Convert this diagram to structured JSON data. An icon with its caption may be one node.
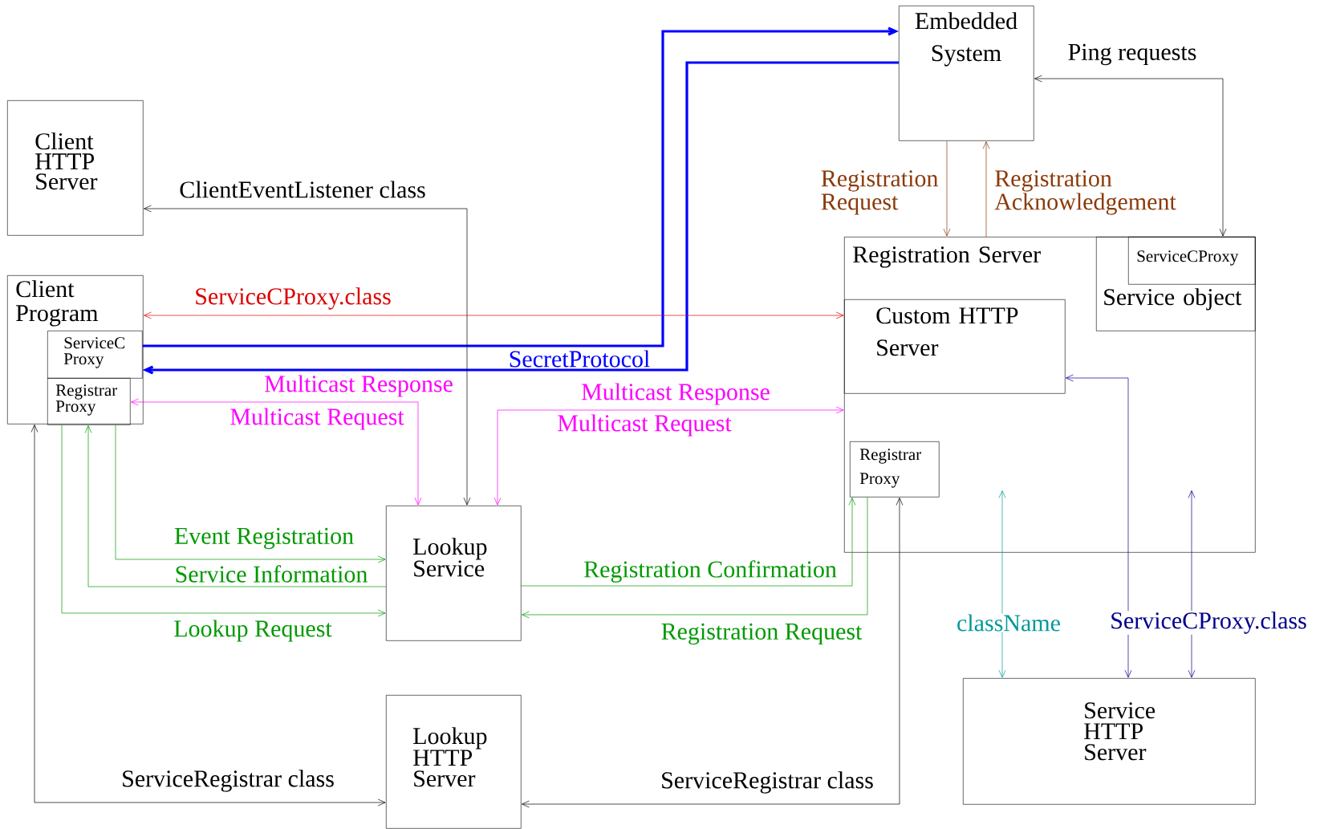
{
  "diagram": {
    "nodes": [
      {
        "text": [
          "Embedded System"
        ]
      },
      {
        "text": [
          "Client HTTP Server"
        ]
      },
      {
        "text": [
          "Client Program"
        ]
      },
      {
        "text": [
          "ServiceC Proxy"
        ],
        "in": 2
      },
      {
        "text": [
          "Registrar Proxy"
        ],
        "in": 2
      },
      {
        "text": [
          "Registration Server"
        ]
      },
      {
        "text": [
          "Service object"
        ],
        "in": 5
      },
      {
        "text": [
          "ServiceCProxy"
        ],
        "in": 6
      },
      {
        "text": [
          "Custom HTTP Server"
        ],
        "in": 5
      },
      {
        "text": [
          "Registrar Proxy"
        ],
        "in": 5
      },
      {
        "text": [
          "Lookup Service"
        ]
      },
      {
        "text": [
          "Lookup HTTP Server"
        ]
      },
      {
        "text": [
          "Service HTTP Server"
        ]
      }
    ],
    "edges": [
      {
        "from": 3,
        "to": 0,
        "arrow": "to",
        "style": "thick",
        "color": "#0000ff"
      },
      {
        "from": 0,
        "to": 3,
        "arrow": "to",
        "label": "SecretProtocol",
        "style": "thick",
        "color": "#0000ff"
      },
      {
        "from": 10,
        "to": 1,
        "arrow": "both",
        "label": "ClientEventListener class",
        "color": "#000000"
      },
      {
        "from": 2,
        "to": 8,
        "arrow": "both",
        "label": "ServiceCProxy.class",
        "color": "#dd0000"
      },
      {
        "from": 10,
        "to": 4,
        "arrow": "both",
        "label": "Multicast Response",
        "color": "#ff00ff"
      },
      {
        "from": 10,
        "to": 5,
        "arrow": "both",
        "label": "Multicast Response",
        "color": "#ff00ff"
      },
      {
        "from": 4,
        "to": 10,
        "arrow": "to",
        "label": "Event Registration",
        "color": "#009900"
      },
      {
        "from": 10,
        "to": 4,
        "arrow": "to",
        "label": "Service Information",
        "color": "#009900"
      },
      {
        "from": 4,
        "to": 10,
        "arrow": "to",
        "label": "Lookup Request",
        "color": "#009900"
      },
      {
        "from": 10,
        "to": 9,
        "arrow": "to",
        "label": "Registration Confirmation",
        "color": "#009900"
      },
      {
        "from": 9,
        "to": 10,
        "arrow": "to",
        "label": "Registration Request",
        "color": "#009900"
      },
      {
        "from": 2,
        "to": 11,
        "arrow": "both",
        "label": "ServiceRegistrar class",
        "color": "#000000"
      },
      {
        "from": 9,
        "to": 11,
        "arrow": "both",
        "label": "ServiceRegistrar class",
        "color": "#000000"
      },
      {
        "from": 0,
        "to": 5,
        "arrow": "to",
        "label": "Registration Request",
        "color": "#8b3a0a"
      },
      {
        "from": 5,
        "to": 0,
        "arrow": "to",
        "label": "Registration Acknowledgement",
        "color": "#8b3a0a"
      },
      {
        "from": 0,
        "to": 7,
        "arrow": "both",
        "label": "Ping requests",
        "color": "#000000"
      },
      {
        "from": 8,
        "to": 12,
        "arrow": "both",
        "color": "#00008b"
      },
      {
        "from": 12,
        "to": 5,
        "arrow": "both",
        "label": "className",
        "color": "#009999"
      },
      {
        "from": 12,
        "to": 5,
        "arrow": "both",
        "label": "ServiceCProxy.class",
        "color": "#00008b"
      }
    ],
    "labels": [
      "Multicast Request",
      "Multicast Request"
    ]
  }
}
